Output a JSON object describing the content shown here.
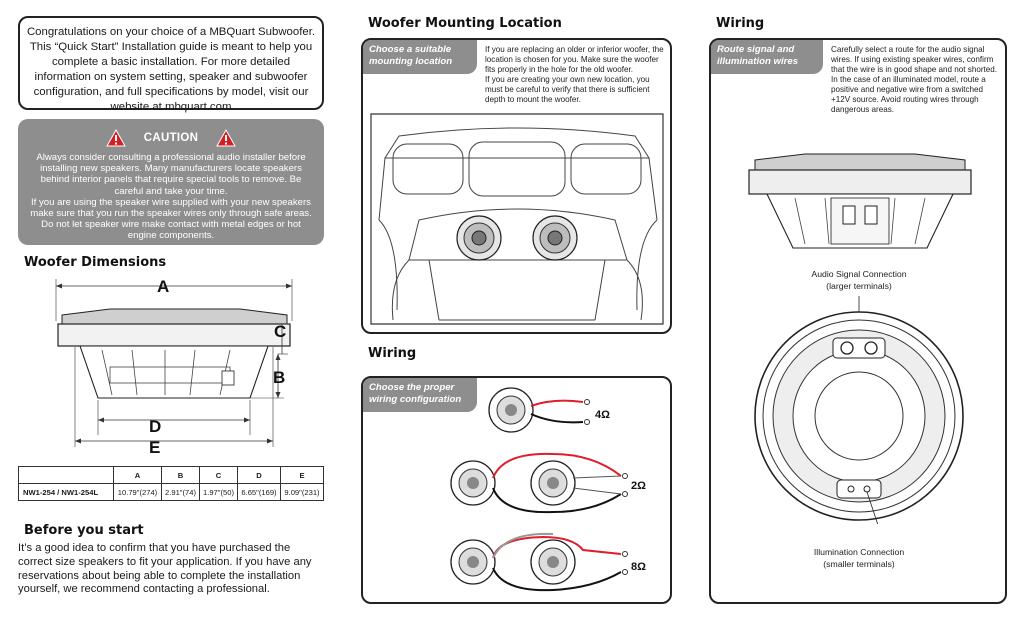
{
  "intro": {
    "text": "Congratulations on your choice of a MBQuart Subwoofer. This “Quick Start” Installation guide is meant to help you complete a basic installation. For more detailed information on system setting, speaker and subwoofer configuration, and full specifications by model, visit our website at mbquart.com"
  },
  "caution": {
    "title": "CAUTION",
    "line1": "Always consider consulting a professional audio installer before installing new speakers. Many manufacturers locate speakers behind interior panels that require special tools to remove. Be careful and take your time.",
    "line2": "If you are using the speaker wire supplied with your new speakers make sure that you run the speaker wires only through safe areas. Do not let speaker wire make contact with metal edges or hot engine components."
  },
  "woofer_dimensions": {
    "title": "Woofer Dimensions",
    "labels": [
      "A",
      "B",
      "C",
      "D",
      "E"
    ]
  },
  "dimension_table": {
    "headers": [
      "",
      "A",
      "B",
      "C",
      "D",
      "E"
    ],
    "row": [
      "NW1-254 / NW1-254L",
      "10.79\"(274)",
      "2.91\"(74)",
      "1.97\"(50)",
      "6.65\"(169)",
      "9.09\"(231)"
    ]
  },
  "before_start": {
    "title": "Before you start",
    "text": "It’s a good idea to confirm that you have purchased the correct size speakers to fit your application. If you have any reservations about being able to complete the installation yourself, we recommend contacting a professional."
  },
  "mounting": {
    "title": "Woofer Mounting Location",
    "tag": "Choose a suitable mounting location",
    "text1": "If you are replacing an older or inferior woofer, the location is chosen for you. Make sure the woofer fits properly in the hole for the old woofer.",
    "text2": "If you are creating your own new location, you must be careful to verify that there is sufficient depth to mount the woofer."
  },
  "wiring_mid": {
    "title": "Wiring",
    "tag": "Choose the proper wiring configuration",
    "configs": [
      "4Ω",
      "2Ω",
      "8Ω"
    ]
  },
  "wiring_right": {
    "title": "Wiring",
    "tag": "Route signal and illumination wires",
    "text": "Carefully select a route for the audio signal wires. If using existing speaker wires, confirm that the wire is in good shape and not shorted. In the case of an illuminated model, route a positive and negative wire from a switched +12V source. Avoid routing wires through dangerous areas.",
    "audio_label_1": "Audio Signal Connection",
    "audio_label_2": "(larger terminals)",
    "illum_label_1": "Illumination Connection",
    "illum_label_2": "(smaller terminals)"
  },
  "colors": {
    "tag_gray": "#8e8e8e",
    "wire_red": "#e01e2b",
    "caution_red": "#d21f26"
  }
}
